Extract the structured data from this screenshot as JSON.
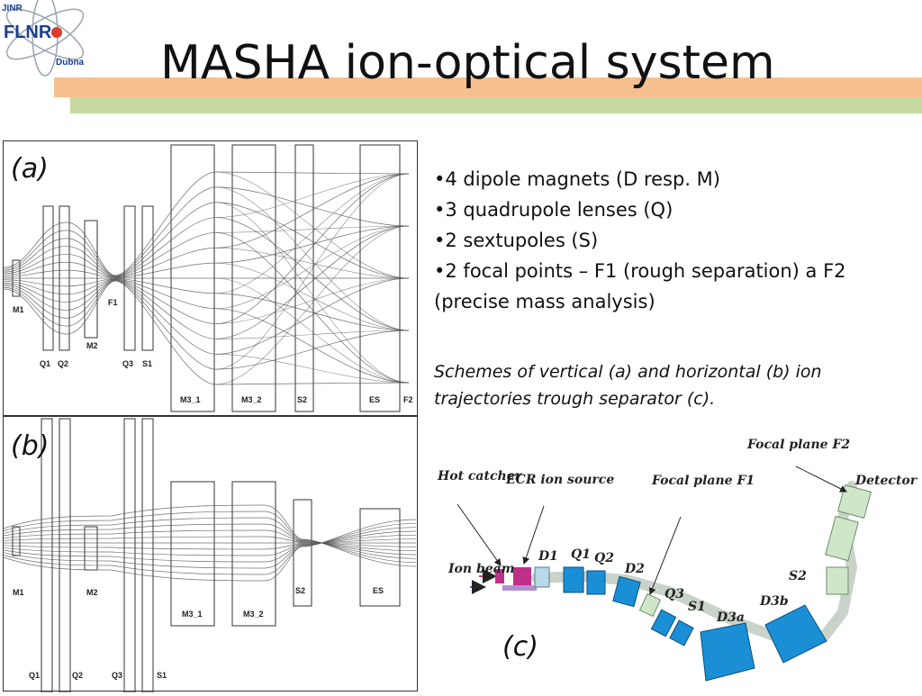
{
  "slide": {
    "title": "MASHA ion-optical system",
    "logo": {
      "top_text": "JINR",
      "main_text": "FLNR",
      "bottom_text": "Dubna"
    }
  },
  "panel_a": {
    "label": "(a)",
    "elements": [
      "M1",
      "Q1",
      "Q2",
      "M2",
      "F1",
      "Q3",
      "S1",
      "M3_1",
      "M3_2",
      "S2",
      "ES",
      "F2"
    ]
  },
  "panel_b": {
    "label": "(b)",
    "elements": [
      "M1",
      "M2",
      "M3_1",
      "M3_2",
      "S2",
      "ES",
      "Q1",
      "Q2",
      "Q3",
      "S1"
    ]
  },
  "bullets": [
    "•4 dipole magnets (D resp. M)",
    "•3 quadrupole lenses (Q)",
    "•2 sextupoles (S)",
    "•2 focal points – F1 (rough separation) a F2 (precise mass analysis)"
  ],
  "caption": "Schemes of vertical (a) and horizontal (b) ion trajectories trough separator (c).",
  "panel_c": {
    "label": "(c)",
    "labels": {
      "hot_catcher": "Hot catcher",
      "ecr": "ECR ion source",
      "ion_beam": "Ion beam",
      "d1": "D1",
      "q1": "Q1",
      "q2": "Q2",
      "d2": "D2",
      "focal_f1": "Focal plane F1",
      "q3": "Q3",
      "s1": "S1",
      "d3a": "D3a",
      "d3b": "D3b",
      "s2": "S2",
      "focal_f2": "Focal plane F2",
      "detector": "Detector"
    }
  },
  "colors": {
    "orange_bar": "#f6c08e",
    "green_bar": "#c6d9a0",
    "magnet_blue": "#1a8fd6",
    "beamline_green": "#cfe6c9"
  }
}
